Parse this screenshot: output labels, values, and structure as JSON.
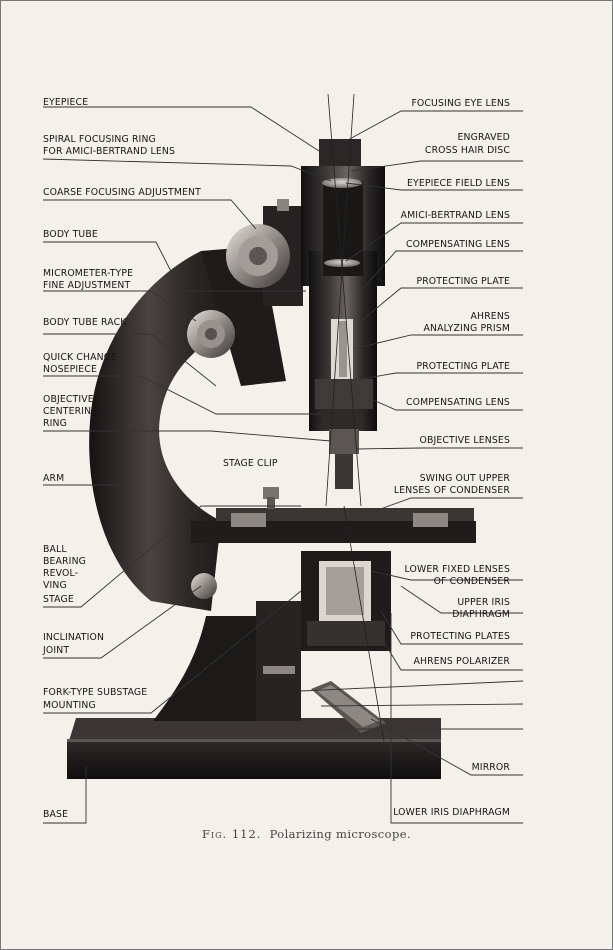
{
  "labels_left": {
    "eyepiece": "EYEPIECE",
    "spiral_ring_1": "SPIRAL FOCUSING RING",
    "spiral_ring_2": "FOR AMICI-BERTRAND LENS",
    "coarse": "COARSE FOCUSING ADJUSTMENT",
    "body_tube": "BODY TUBE",
    "micrometer_1": "MICROMETER-TYPE",
    "micrometer_2": "FINE ADJUSTMENT",
    "body_tube_rack": "BODY TUBE RACK",
    "nosepiece_1": "QUICK CHANGE",
    "nosepiece_2": "NOSEPIECE",
    "obj_centering_1": "OBJECTIVE",
    "obj_centering_2": "CENTERING",
    "obj_centering_3": "RING",
    "arm": "ARM",
    "stage_clip": "STAGE CLIP",
    "ball_1": "BALL",
    "ball_2": "BEARING",
    "ball_3": "REVOL-",
    "ball_4": "VING",
    "ball_5": "STAGE",
    "incl_1": "INCLINATION",
    "incl_2": "JOINT",
    "fork_1": "FORK-TYPE SUBSTAGE",
    "fork_2": "MOUNTING",
    "base": "BASE"
  },
  "labels_right": {
    "focusing_eye": "FOCUSING EYE LENS",
    "engraved_1": "ENGRAVED",
    "engraved_2": "CROSS HAIR DISC",
    "eyepiece_field": "EYEPIECE FIELD LENS",
    "amici": "AMICI-BERTRAND LENS",
    "compensating_1": "COMPENSATING LENS",
    "protecting_1": "PROTECTING PLATE",
    "ahrens_1": "AHRENS",
    "ahrens_2": "ANALYZING PRISM",
    "protecting_2": "PROTECTING PLATE",
    "compensating_2": "COMPENSATING LENS",
    "objective_lenses": "OBJECTIVE LENSES",
    "swing_1": "SWING OUT UPPER",
    "swing_2": "LENSES OF CONDENSER",
    "lower_fixed_1": "LOWER FIXED LENSES",
    "lower_fixed_2": "OF CONDENSER",
    "upper_iris_1": "UPPER IRIS",
    "upper_iris_2": "DIAPHRAGM",
    "protecting_plates": "PROTECTING PLATES",
    "ahrens_polarizer": "AHRENS POLARIZER",
    "mirror": "MIRROR",
    "lower_iris": "LOWER IRIS DIAPHRAGM"
  },
  "caption": {
    "fig": "Fig. 112.",
    "text": "Polarizing microscope."
  },
  "colors": {
    "paper": "#f4f1eb",
    "ink": "#151515",
    "metal_dark": "#1c1a19",
    "metal_mid": "#4a4543"
  }
}
